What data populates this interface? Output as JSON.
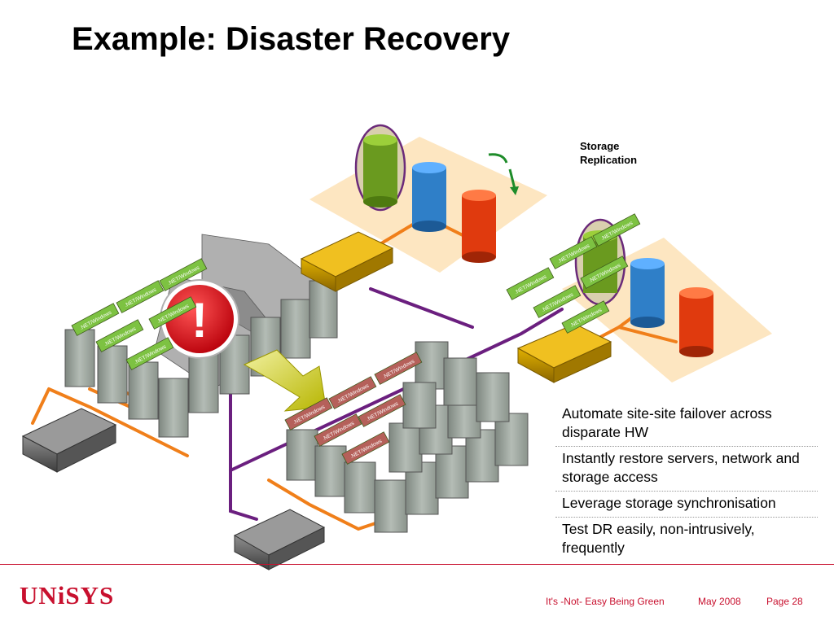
{
  "title": "Example: Disaster Recovery",
  "storage_label_line1": "Storage",
  "storage_label_line2": "Replication",
  "benefits": [
    "Automate site-site failover across disparate HW",
    "Instantly restore servers, network and storage access",
    "Leverage storage synchronisation",
    "Test DR easily, non-intrusively, frequently"
  ],
  "tile_label": ".NET/Windows",
  "alert_symbol": "!",
  "footer": {
    "logo": "UNiSYS",
    "talk": "It's -Not- Easy Being Green",
    "date": "May 2008",
    "page": "Page 28"
  },
  "colors": {
    "accent_red": "#c8102e",
    "cable_orange": "#f07f1a",
    "cable_purple": "#6b1f7f",
    "tile_green": "#7dc242",
    "tile_red": "#b5605a",
    "db_green": "#6a9a1f",
    "db_blue": "#2f7fc8",
    "db_red": "#e03a0e"
  }
}
